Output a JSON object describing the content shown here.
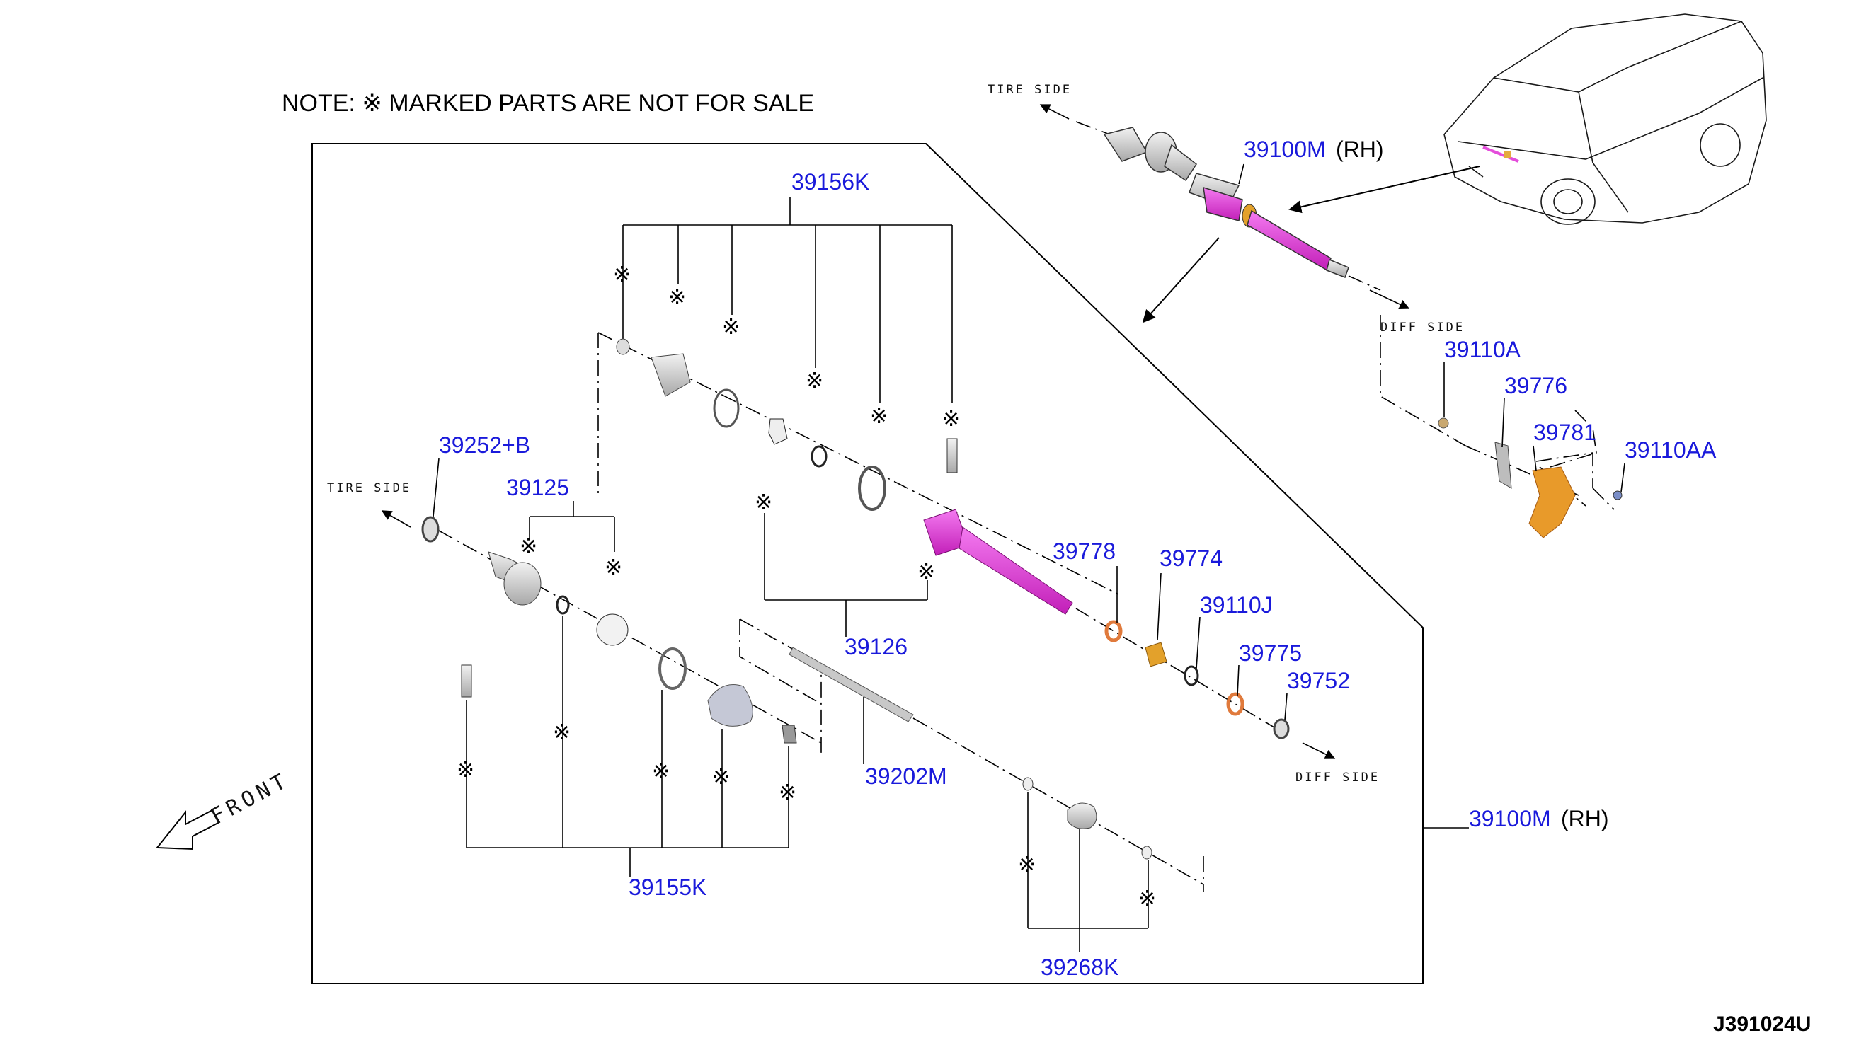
{
  "note": "NOTE: ※ MARKED PARTS ARE NOT FOR SALE",
  "mark": "※",
  "diagram_id": "J391024U",
  "direction_labels": {
    "tire_side": "TIRE SIDE",
    "diff_side": "DIFF SIDE",
    "front": "FRONT"
  },
  "side_suffix": "(RH)",
  "parts": {
    "p39100M_top": "39100M",
    "p39100M_right": "39100M",
    "p39156K": "39156K",
    "p39252B": "39252+B",
    "p39125": "39125",
    "p39126": "39126",
    "p39202M": "39202M",
    "p39155K": "39155K",
    "p39268K": "39268K",
    "p39778": "39778",
    "p39774": "39774",
    "p39110J": "39110J",
    "p39775": "39775",
    "p39752": "39752",
    "p39110A": "39110A",
    "p39776": "39776",
    "p39781": "39781",
    "p39110AA": "39110AA"
  },
  "colors": {
    "callout_text": "#1a1adb",
    "highlight_shaft": "#e23ad8",
    "seal_orange": "#e07a3c",
    "bushing_amber": "#e3a12b",
    "knuckle_orange": "#e89a2a",
    "part_gray": "#c8c8c8"
  }
}
